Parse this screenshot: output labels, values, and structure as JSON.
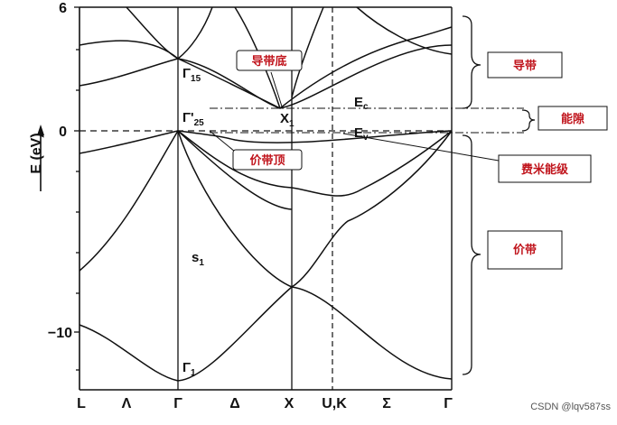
{
  "diagram": {
    "y_axis_label": "E (eV)",
    "y_ticks": [
      "6",
      "0",
      "−10"
    ],
    "k_labels": [
      "L",
      "Λ",
      "Γ",
      "Δ",
      "X",
      "U,K",
      "Σ",
      "Γ"
    ],
    "points": {
      "gamma15": {
        "main": "Γ",
        "sub": "15"
      },
      "gamma25": {
        "main": "Γ'",
        "sub": "25"
      },
      "x1": {
        "main": "X",
        "sub": "1"
      },
      "s1": {
        "main": "s",
        "sub": "1"
      },
      "gamma1": {
        "main": "Γ",
        "sub": "1"
      },
      "ec": {
        "main": "E",
        "sub": "c"
      },
      "ev": {
        "main": "E",
        "sub": "v"
      }
    },
    "callouts": {
      "cbm": "导带底",
      "vbm": "价带顶",
      "conduction_band": "导带",
      "band_gap": "能隙",
      "fermi_level": "费米能级",
      "valence_band": "价带"
    },
    "watermark": "CSDN @lqv587ss"
  }
}
